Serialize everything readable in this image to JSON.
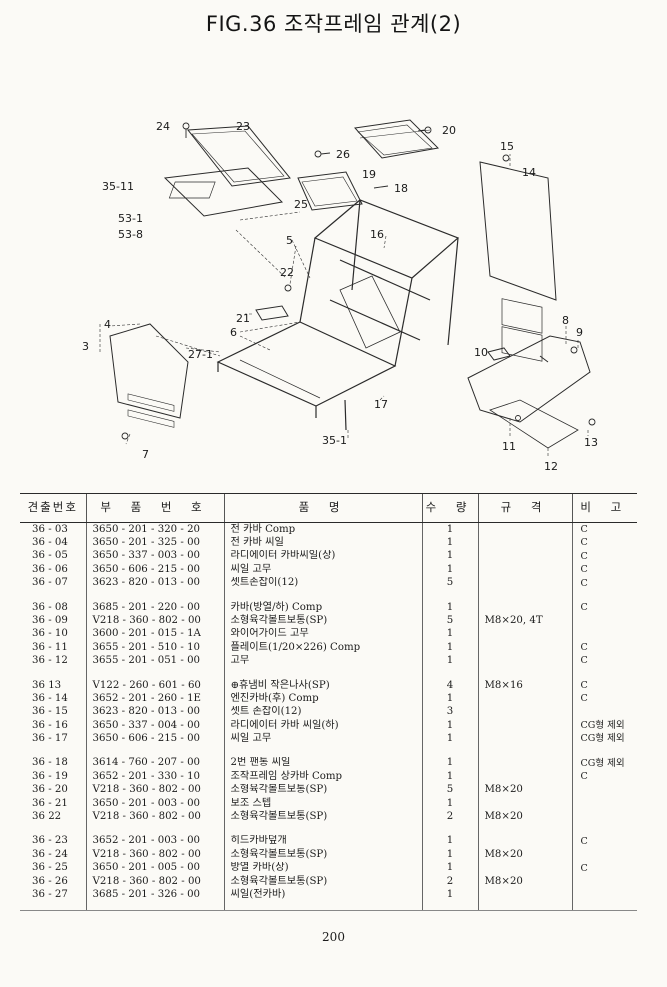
{
  "page": {
    "title": "FIG.36 조작프레임 관계(2)",
    "page_number": "200"
  },
  "diagram": {
    "callouts": {
      "c3": "3",
      "c4": "4",
      "c5": "5",
      "c6": "6",
      "c7": "7",
      "c8": "8",
      "c9": "9",
      "c10": "10",
      "c11": "11",
      "c12": "12",
      "c13": "13",
      "c14": "14",
      "c15": "15",
      "c16": "16",
      "c17": "17",
      "c18": "18",
      "c19": "19",
      "c20": "20",
      "c21": "21",
      "c22": "22",
      "c23": "23",
      "c24": "24",
      "c25": "25",
      "c26": "26",
      "c27_1": "27-1",
      "c35_1": "35-1",
      "c35_11": "35-11",
      "c53_1": "53-1",
      "c53_8": "53-8"
    }
  },
  "table": {
    "headers": {
      "no": "견출번호",
      "part": "부 품 번 호",
      "name": "품 명",
      "qty": "수 량",
      "spec": "규 격",
      "remark": "비 고"
    },
    "groups": [
      [
        {
          "no": "36 - 03",
          "part": "3650 - 201 - 320 - 20",
          "name": "전 카바 Comp",
          "qty": "1",
          "spec": "",
          "remark": "C"
        },
        {
          "no": "36 - 04",
          "part": "3650 - 201 - 325 - 00",
          "name": "전 카바 씨일",
          "qty": "1",
          "spec": "",
          "remark": "C"
        },
        {
          "no": "36 - 05",
          "part": "3650 - 337 - 003 - 00",
          "name": "라디에이터 카바씨일(상)",
          "qty": "1",
          "spec": "",
          "remark": "C"
        },
        {
          "no": "36 - 06",
          "part": "3650 - 606 - 215 - 00",
          "name": "씨일 고무",
          "qty": "1",
          "spec": "",
          "remark": "C"
        },
        {
          "no": "36 - 07",
          "part": "3623 - 820 - 013 - 00",
          "name": "셋트손잡이(12)",
          "qty": "5",
          "spec": "",
          "remark": "C"
        }
      ],
      [
        {
          "no": "36 - 08",
          "part": "3685 - 201 - 220 - 00",
          "name": "카바(방열/하) Comp",
          "qty": "1",
          "spec": "",
          "remark": "C"
        },
        {
          "no": "36 - 09",
          "part": "V218 - 360 - 802 - 00",
          "name": "소형육각볼트보통(SP)",
          "qty": "5",
          "spec": "M8×20, 4T",
          "remark": ""
        },
        {
          "no": "36 - 10",
          "part": "3600 - 201 - 015 - 1A",
          "name": "와이어가이드 고무",
          "qty": "1",
          "spec": "",
          "remark": ""
        },
        {
          "no": "36 - 11",
          "part": "3655 - 201 - 510 - 10",
          "name": "플레이트(1/20×226) Comp",
          "qty": "1",
          "spec": "",
          "remark": "C"
        },
        {
          "no": "36 - 12",
          "part": "3655 - 201 - 051 - 00",
          "name": "고무",
          "qty": "1",
          "spec": "",
          "remark": "C"
        }
      ],
      [
        {
          "no": "36 13",
          "part": "V122 - 260 - 601 - 60",
          "name": "⊕휴냄비 작은나사(SP)",
          "qty": "4",
          "spec": "M8×16",
          "remark": "C"
        },
        {
          "no": "36 - 14",
          "part": "3652 - 201 - 260 - 1E",
          "name": "엔진카바(후) Comp",
          "qty": "1",
          "spec": "",
          "remark": "C"
        },
        {
          "no": "36 - 15",
          "part": "3623 - 820 - 013 - 00",
          "name": "셋트 손잡이(12)",
          "qty": "3",
          "spec": "",
          "remark": ""
        },
        {
          "no": "36 - 16",
          "part": "3650 - 337 - 004 - 00",
          "name": "라디에이터 카바 씨일(하)",
          "qty": "1",
          "spec": "",
          "remark": "CG형 제외"
        },
        {
          "no": "36 - 17",
          "part": "3650 - 606 - 215 - 00",
          "name": "씨일 고무",
          "qty": "1",
          "spec": "",
          "remark": "CG형 제외"
        }
      ],
      [
        {
          "no": "36 - 18",
          "part": "3614 - 760 - 207 - 00",
          "name": "2번 팬통 씨일",
          "qty": "1",
          "spec": "",
          "remark": "CG형 제외"
        },
        {
          "no": "36 - 19",
          "part": "3652 - 201 - 330 - 10",
          "name": "조작프레임 상카바 Comp",
          "qty": "1",
          "spec": "",
          "remark": "C"
        },
        {
          "no": "36 - 20",
          "part": "V218 - 360 - 802 - 00",
          "name": "소형육각볼트보통(SP)",
          "qty": "5",
          "spec": "M8×20",
          "remark": ""
        },
        {
          "no": "36 - 21",
          "part": "3650 - 201 - 003 - 00",
          "name": "보조 스텝",
          "qty": "1",
          "spec": "",
          "remark": ""
        },
        {
          "no": "36 22",
          "part": "V218 - 360 - 802 - 00",
          "name": "소형육각볼트보통(SP)",
          "qty": "2",
          "spec": "M8×20",
          "remark": ""
        }
      ],
      [
        {
          "no": "36 - 23",
          "part": "3652 - 201 - 003 - 00",
          "name": "히드카바덮개",
          "qty": "1",
          "spec": "",
          "remark": "C"
        },
        {
          "no": "36 - 24",
          "part": "V218 - 360 - 802 - 00",
          "name": "소형육각볼트보통(SP)",
          "qty": "1",
          "spec": "M8×20",
          "remark": ""
        },
        {
          "no": "36 - 25",
          "part": "3650 - 201 - 005 - 00",
          "name": "방열 카바(상)",
          "qty": "1",
          "spec": "",
          "remark": "C"
        },
        {
          "no": "36 - 26",
          "part": "V218 - 360 - 802 - 00",
          "name": "소형육각볼트보통(SP)",
          "qty": "2",
          "spec": "M8×20",
          "remark": ""
        },
        {
          "no": "36 - 27",
          "part": "3685 - 201 - 326 - 00",
          "name": "씨일(전카바)",
          "qty": "1",
          "spec": "",
          "remark": ""
        }
      ]
    ]
  }
}
